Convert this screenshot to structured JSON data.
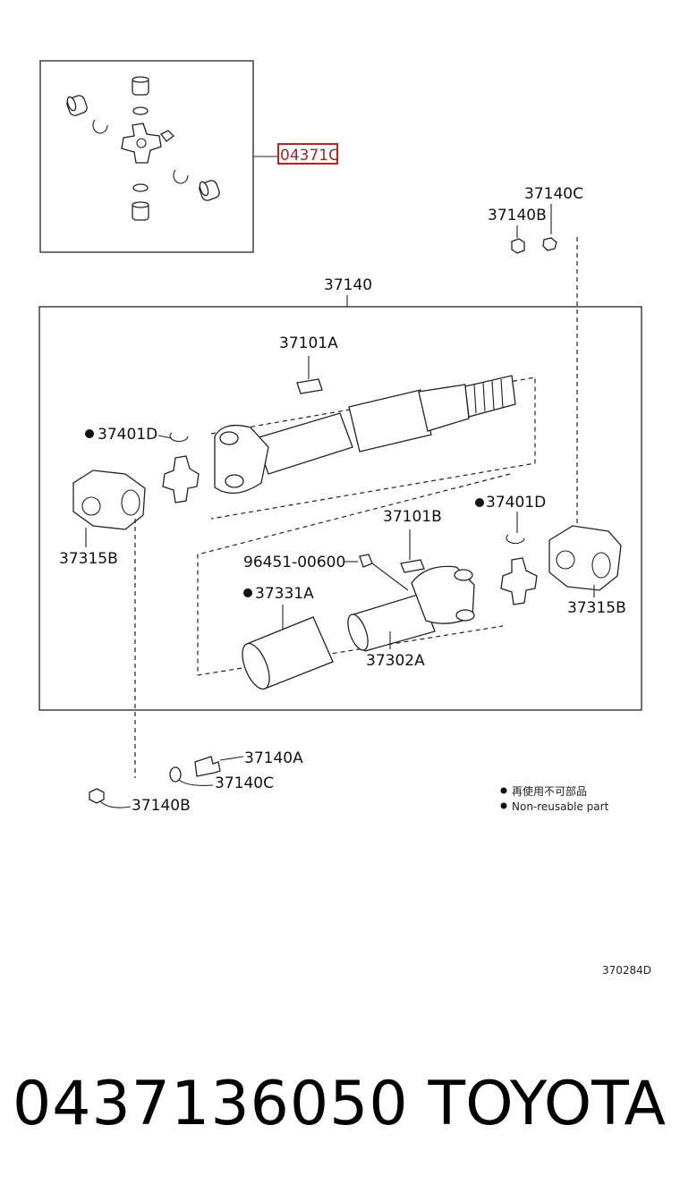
{
  "diagram": {
    "highlighted_part": "04371C",
    "labels": {
      "assembly": "37140",
      "c_top": "37140C",
      "b_top": "37140B",
      "a101": "37101A",
      "b101": "37101B",
      "d401_left": "37401D",
      "d401_right": "37401D",
      "b315_left": "37315B",
      "b315_right": "37315B",
      "bolt_964": "96451-00600",
      "a331": "37331A",
      "a302": "37302A",
      "a_bottom": "37140A",
      "c_bottom": "37140C",
      "b_bottom": "37140B"
    },
    "legend": {
      "line_cn": "再使用不可部品",
      "line_en": "Non-reusable part"
    },
    "diagram_code": "370284D"
  },
  "caption": {
    "part_number": "0437136050",
    "brand": "TOYOTA"
  }
}
